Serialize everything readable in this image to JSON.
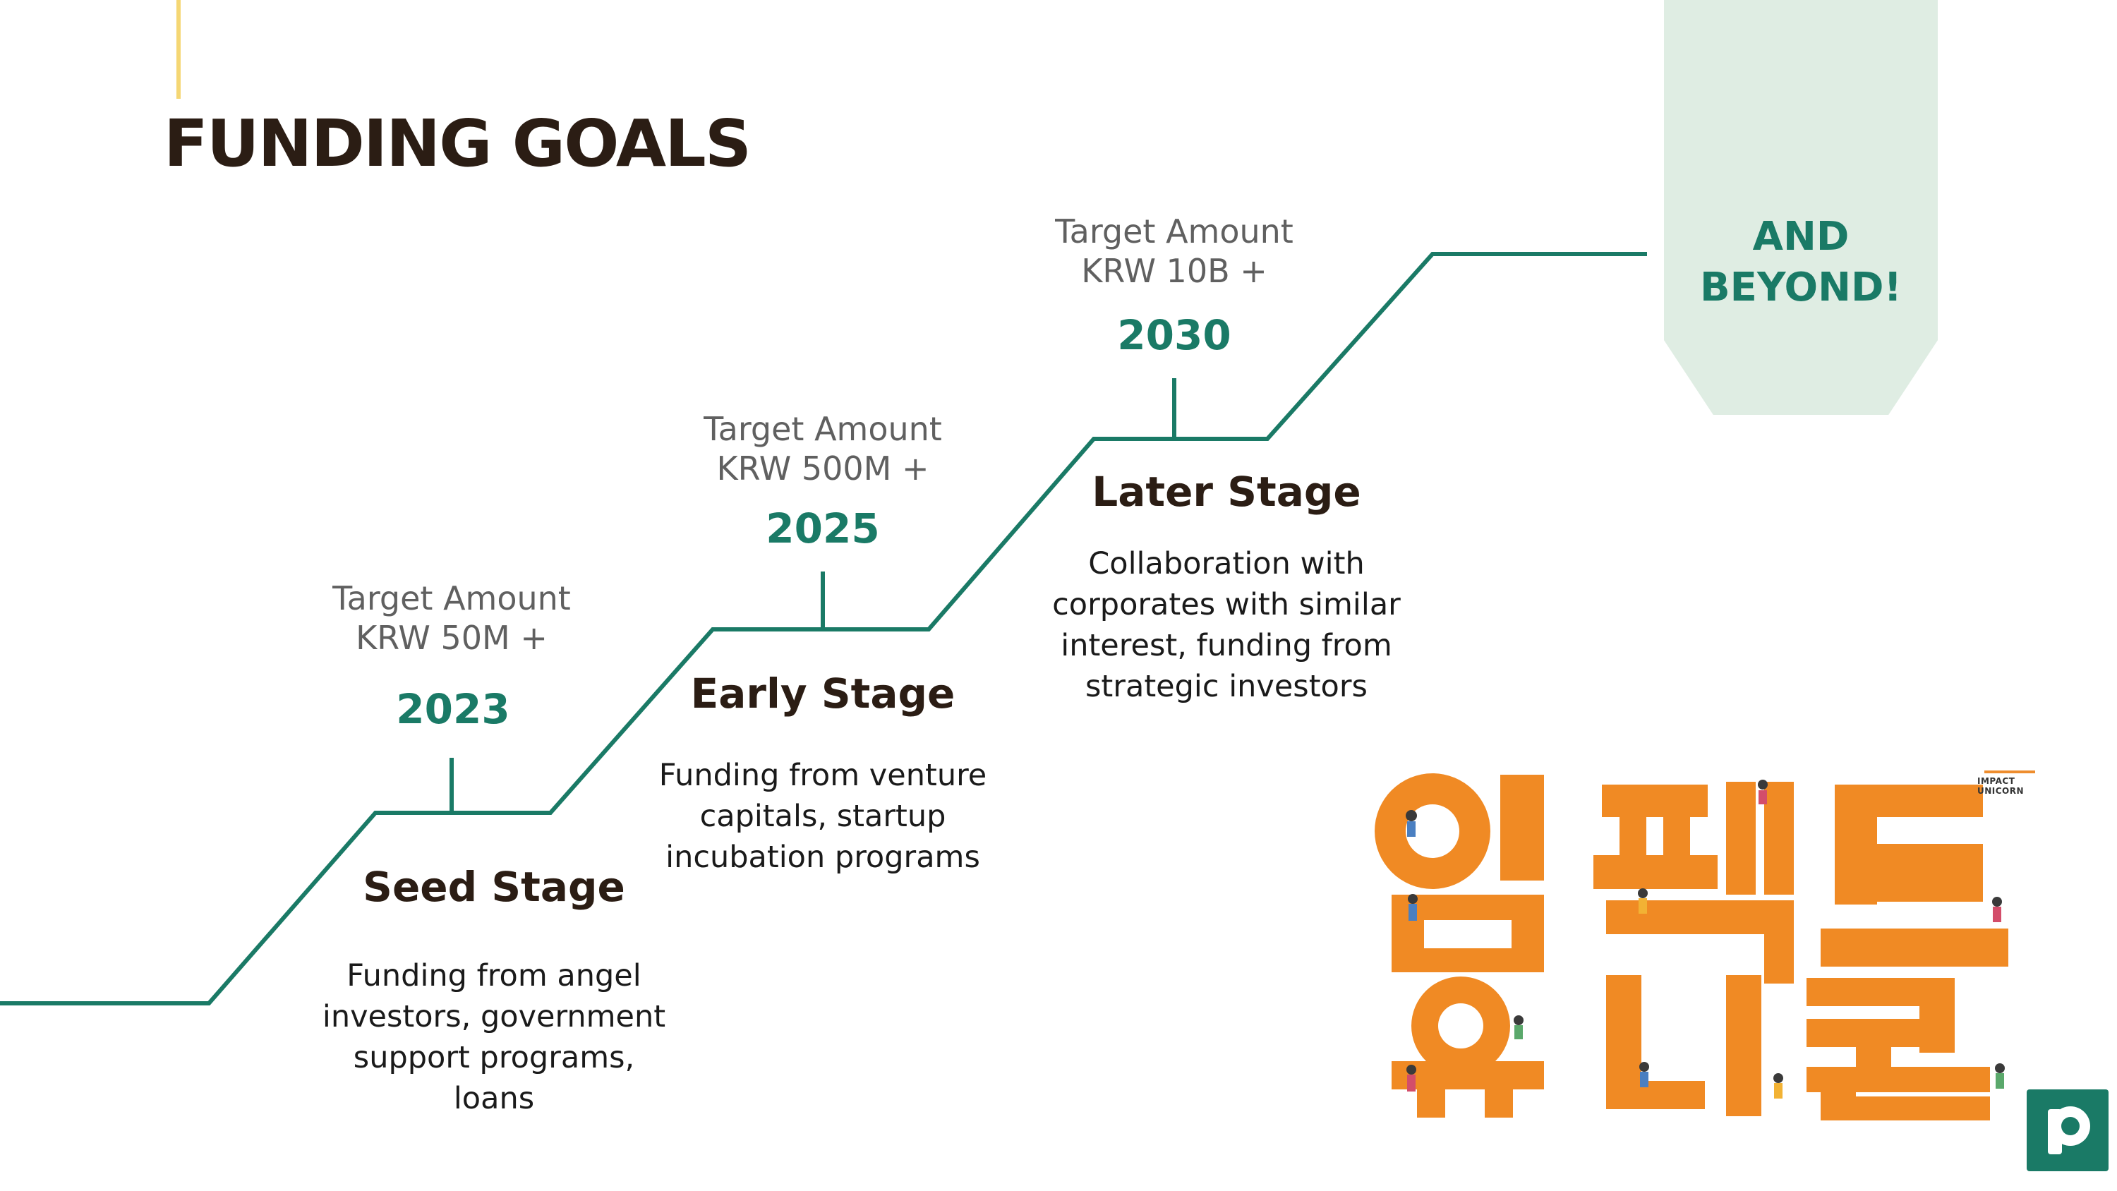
{
  "title": "FUNDING GOALS",
  "colors": {
    "accent_bar": "#f5d774",
    "title": "#2b1d14",
    "line": "#1a7a66",
    "year": "#1a7a66",
    "beyond_box": "#dfede3",
    "korean_text": "#f08a24",
    "logo": "#1a7a66"
  },
  "stages": [
    {
      "target": [
        "Target Amount",
        "KRW 50M +"
      ],
      "year": "2023",
      "name": "Seed Stage",
      "description": [
        "Funding from angel",
        "investors, government",
        "support programs,",
        "loans"
      ]
    },
    {
      "target": [
        "Target Amount",
        "KRW 500M +"
      ],
      "year": "2025",
      "name": "Early Stage",
      "description": [
        "Funding from venture",
        "capitals, startup",
        "incubation programs"
      ]
    },
    {
      "target": [
        "Target Amount",
        "KRW 10B +"
      ],
      "year": "2030",
      "name": "Later Stage",
      "description": [
        "Collaboration with",
        "corporates with similar",
        "interest, funding from",
        "strategic investors"
      ]
    }
  ],
  "beyond": [
    "AND",
    "BEYOND!"
  ],
  "book": {
    "title_line1": "임팩트",
    "title_line2": "유니콘",
    "tag": [
      "IMPACT",
      "UNICORN"
    ]
  },
  "logo_icon": "p-logo-icon"
}
